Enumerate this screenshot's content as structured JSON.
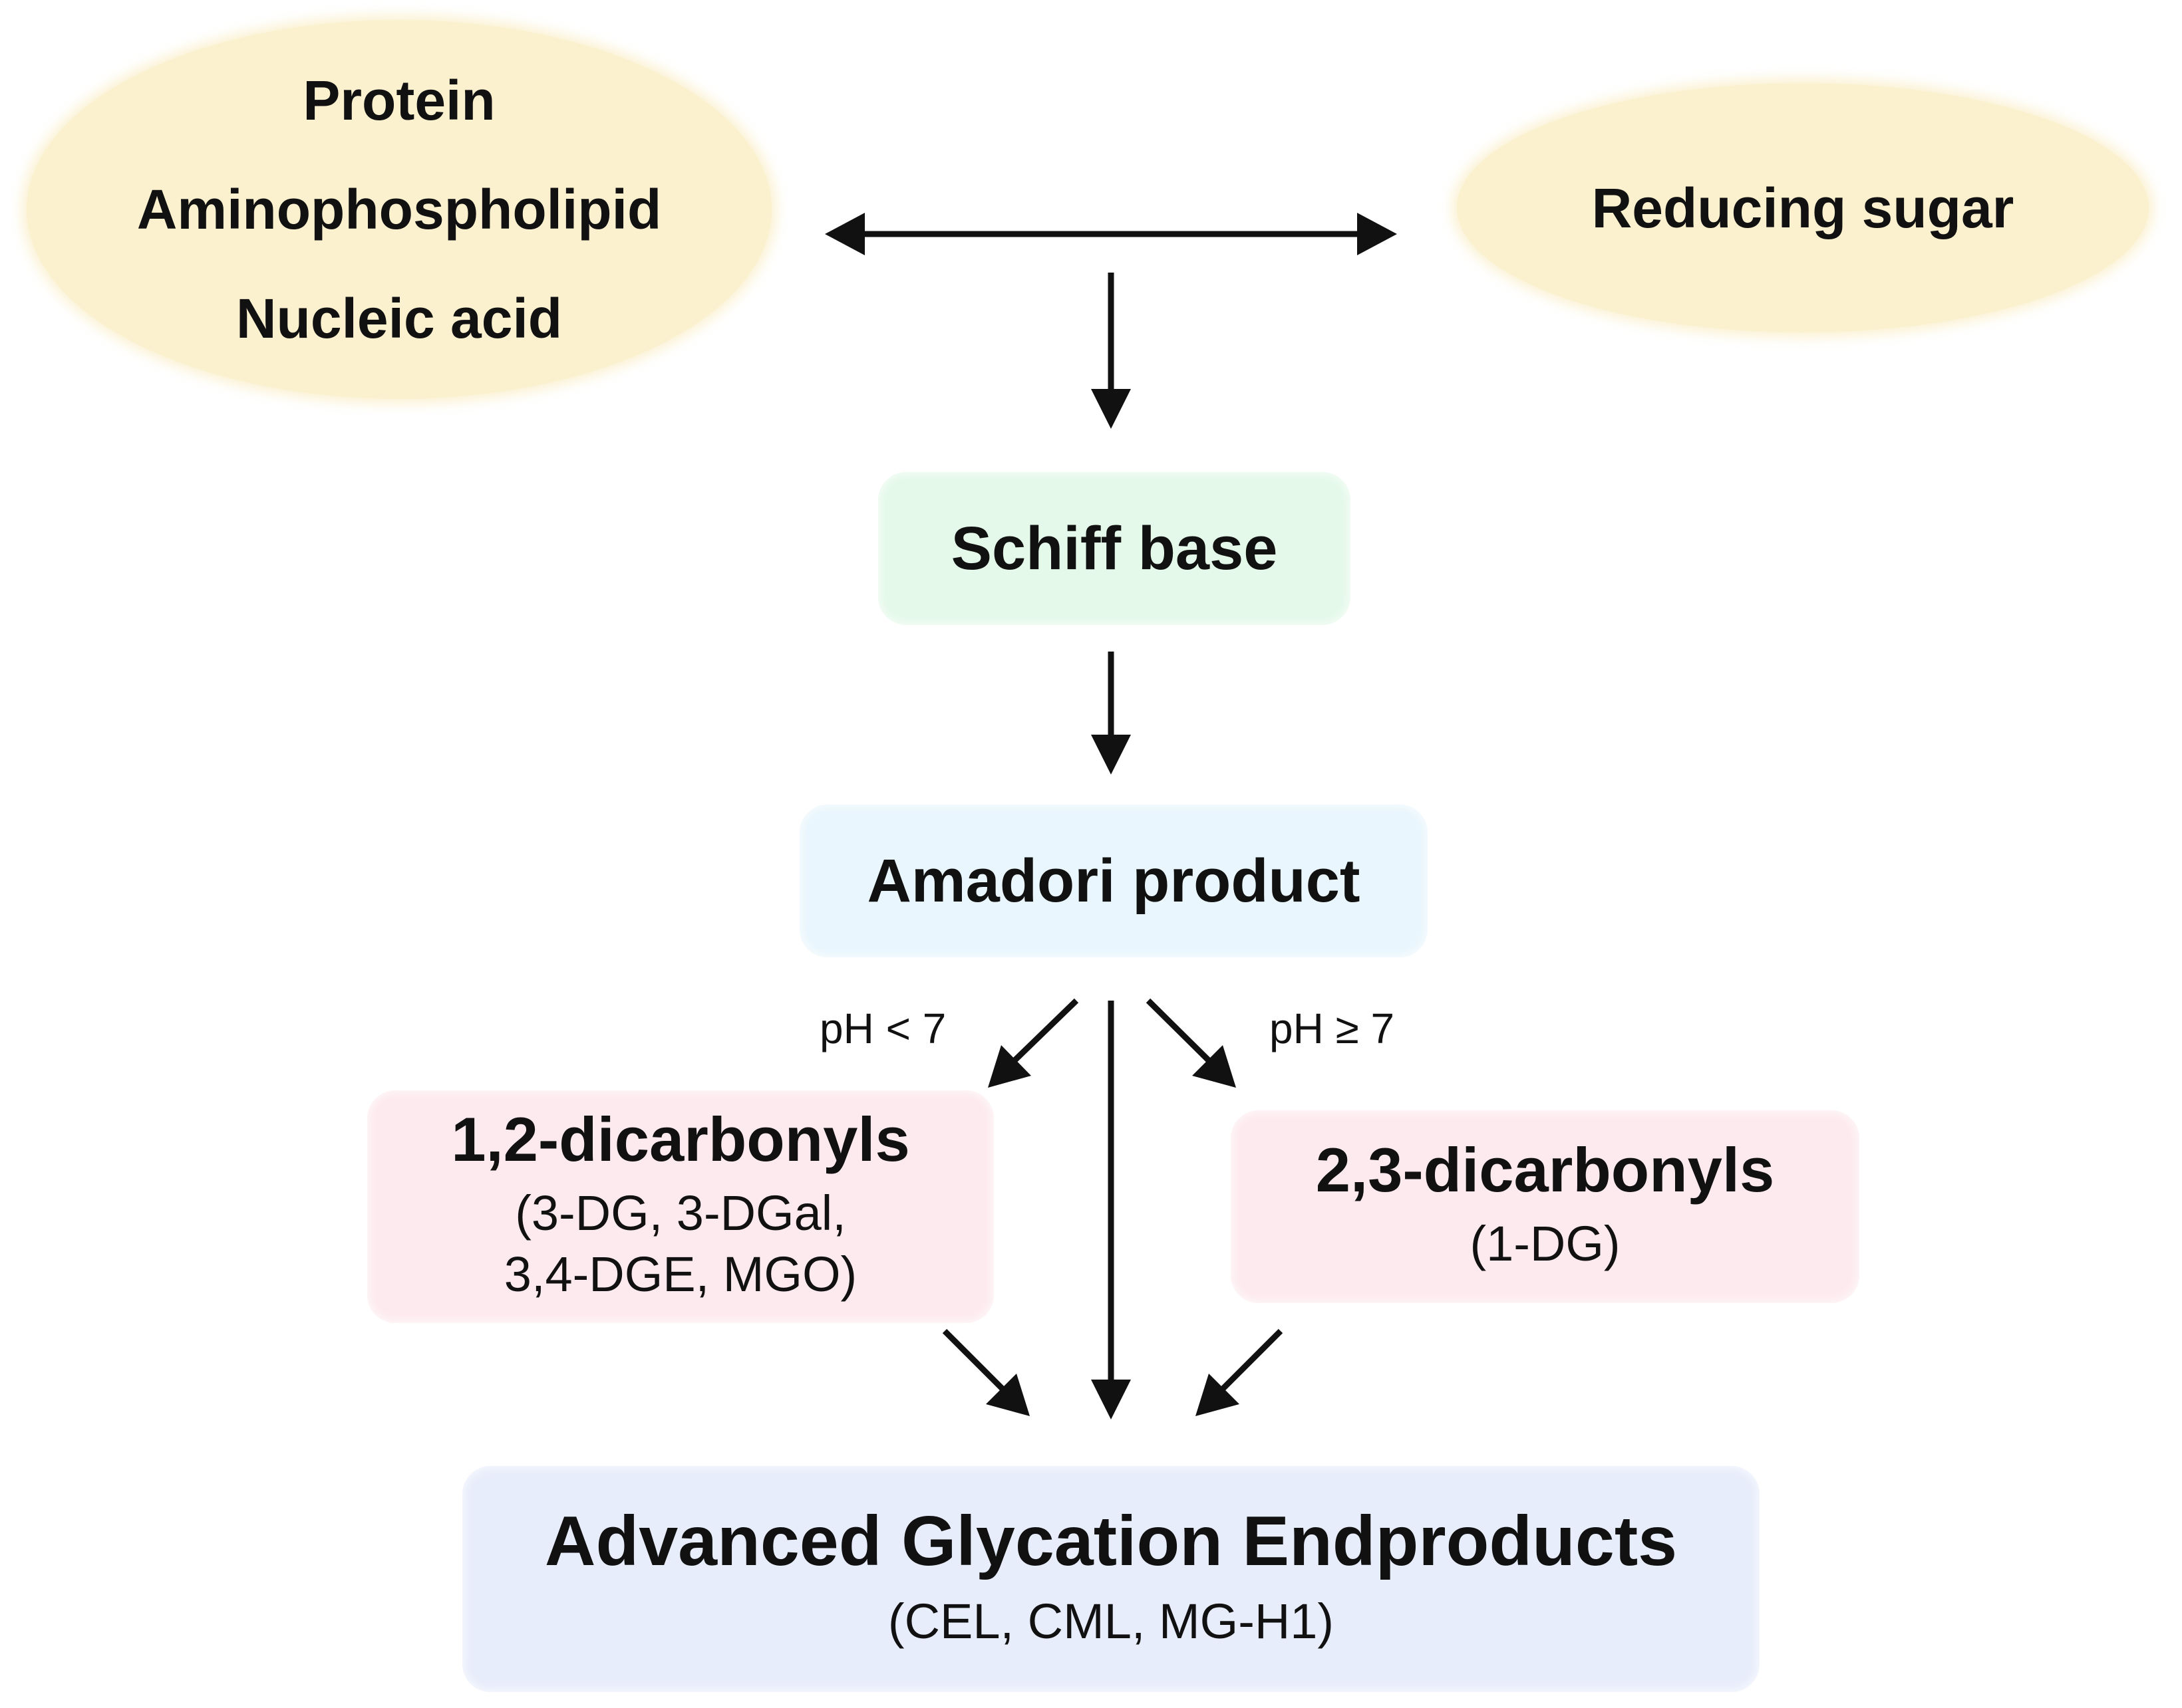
{
  "nodes": {
    "reactants_left": {
      "lines": [
        "Protein",
        "Aminophospholipid",
        "Nucleic acid"
      ],
      "color": "#fbf1cf"
    },
    "reactant_right": {
      "label": "Reducing sugar",
      "color": "#fbf1cf"
    },
    "schiff_base": {
      "label": "Schiff base",
      "color": "#e4f9e9"
    },
    "amadori_product": {
      "label": "Amadori product",
      "color": "#e9f6fd"
    },
    "dicarbonyls_12": {
      "title": "1,2-dicarbonyls",
      "detail_lines": [
        "(3-DG, 3-DGal,",
        "3,4-DGE, MGO)"
      ],
      "color": "#fdeaee"
    },
    "dicarbonyls_23": {
      "title": "2,3-dicarbonyls",
      "detail": "(1-DG)",
      "color": "#fdeaee"
    },
    "ages": {
      "title": "Advanced Glycation Endproducts",
      "detail": "(CEL, CML, MG-H1)",
      "color": "#e8edfb"
    }
  },
  "conditions": {
    "acidic": "pH < 7",
    "basic": "pH ≥ 7"
  }
}
